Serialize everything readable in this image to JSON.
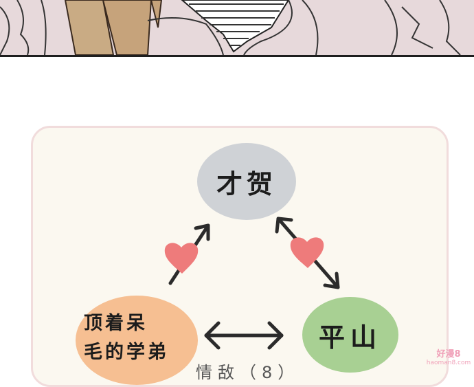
{
  "diagram": {
    "nodes": [
      {
        "id": "top",
        "label": "才贺",
        "color": "#cfd2d6"
      },
      {
        "id": "left",
        "label_line1": "顶着呆",
        "label_line2": "毛的学弟",
        "color": "#f6bf92"
      },
      {
        "id": "right",
        "label": "平山",
        "color": "#a8d093"
      }
    ],
    "edges": [
      {
        "from": "left",
        "to": "top",
        "heart": true
      },
      {
        "from": "top",
        "to": "right",
        "heart": true,
        "bidirectional": true
      },
      {
        "from": "left",
        "to": "right",
        "heart": false,
        "bidirectional": true
      }
    ],
    "bottom_caption": "情敌（8）",
    "heart_color": "#ee7b7b",
    "card_border_color": "#f1dcdc"
  },
  "watermark": {
    "main": "好漫8",
    "sub": "haoman8.com",
    "color": "#f0a0b8"
  }
}
